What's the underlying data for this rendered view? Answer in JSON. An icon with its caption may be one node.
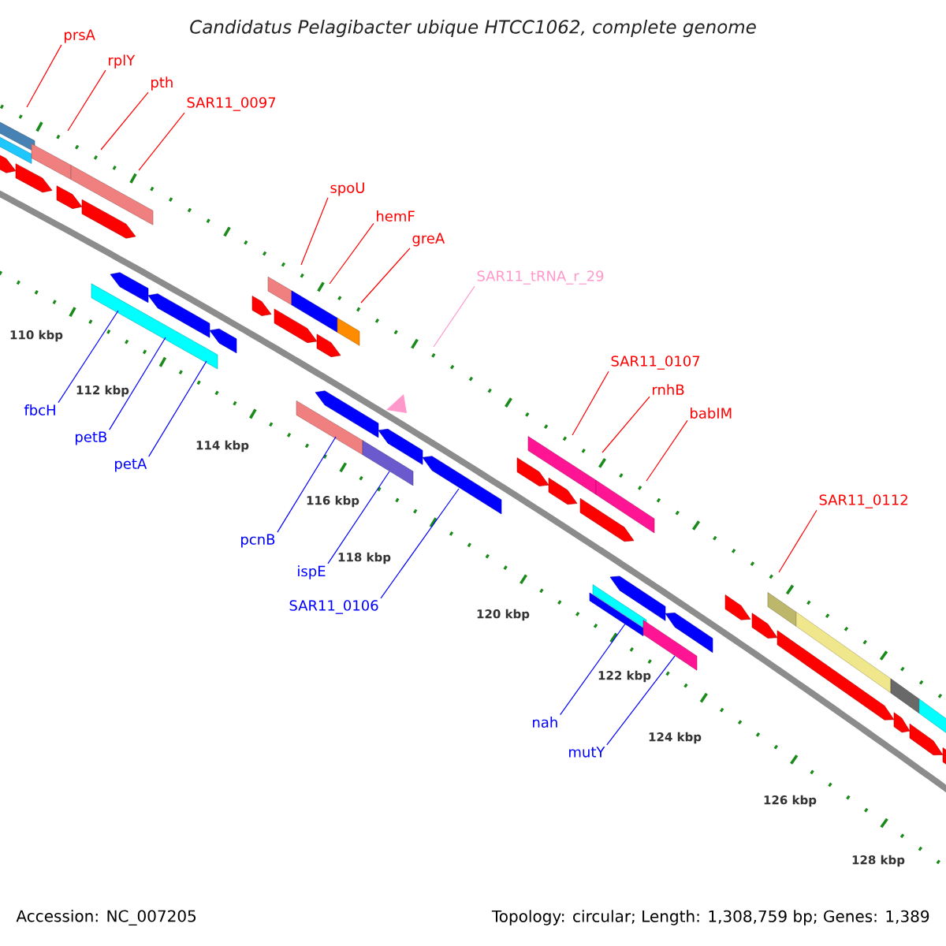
{
  "diagram": {
    "title": "Candidatus Pelagibacter ubique HTCC1062, complete genome",
    "nodes": [
      {
        "text": [
          "prsA"
        ]
      },
      {
        "text": [
          "rplY"
        ]
      },
      {
        "text": [
          "pth"
        ]
      },
      {
        "text": [
          "SAR11_0097"
        ]
      },
      {
        "text": [
          "spoU"
        ]
      },
      {
        "text": [
          "hemF"
        ]
      },
      {
        "text": [
          "greA"
        ]
      },
      {
        "text": [
          "SAR11_tRNA_r_29"
        ]
      },
      {
        "text": [
          "SAR11_0107"
        ]
      },
      {
        "text": [
          "rnhB"
        ]
      },
      {
        "text": [
          "babIM"
        ]
      },
      {
        "text": [
          "fbcH"
        ]
      },
      {
        "text": [
          "petB"
        ]
      },
      {
        "text": [
          "petA"
        ]
      },
      {
        "text": [
          "SAR11_0112"
        ]
      },
      {
        "text": [
          "pcnB"
        ]
      },
      {
        "text": [
          "ispE"
        ]
      },
      {
        "text": [
          "SAR11_0106"
        ]
      },
      {
        "text": [
          "nah"
        ]
      },
      {
        "text": [
          "mutY"
        ]
      }
    ],
    "edges": [
      {
        "from": 0,
        "to": null,
        "arrow": "none"
      },
      {
        "from": 1,
        "to": null,
        "arrow": "none"
      },
      {
        "from": 2,
        "to": null,
        "arrow": "none"
      },
      {
        "from": 3,
        "to": null,
        "arrow": "none"
      },
      {
        "from": 4,
        "to": null,
        "arrow": "none"
      },
      {
        "from": 5,
        "to": null,
        "arrow": "none"
      },
      {
        "from": 6,
        "to": null,
        "arrow": "none"
      },
      {
        "from": 7,
        "to": null,
        "arrow": "none",
        "color": "#ff99cc"
      },
      {
        "from": 8,
        "to": null,
        "arrow": "none"
      },
      {
        "from": 9,
        "to": null,
        "arrow": "none"
      },
      {
        "from": 10,
        "to": null,
        "arrow": "none"
      },
      {
        "from": 11,
        "to": null,
        "arrow": "none",
        "color": "#0000ff"
      },
      {
        "from": 12,
        "to": null,
        "arrow": "none",
        "color": "#0000ff"
      },
      {
        "from": 13,
        "to": null,
        "arrow": "none",
        "color": "#0000ff"
      },
      {
        "from": 14,
        "to": null,
        "arrow": "none"
      },
      {
        "from": 15,
        "to": null,
        "arrow": "none",
        "color": "#0000ff"
      },
      {
        "from": 16,
        "to": null,
        "arrow": "none",
        "color": "#0000ff"
      },
      {
        "from": 17,
        "to": null,
        "arrow": "none",
        "color": "#0000ff"
      },
      {
        "from": 18,
        "to": null,
        "arrow": "none",
        "color": "#0000ff"
      },
      {
        "from": 19,
        "to": null,
        "arrow": "none",
        "color": "#0000ff"
      }
    ],
    "labels": [
      "110 kbp",
      "112 kbp",
      "114 kbp",
      "116 kbp",
      "118 kbp",
      "120 kbp",
      "122 kbp",
      "124 kbp",
      "126 kbp",
      "128 kbp",
      "Accession: NC_007205",
      "Topology: circular; Length: 1,308,759 bp; Genes: 1,389"
    ]
  }
}
